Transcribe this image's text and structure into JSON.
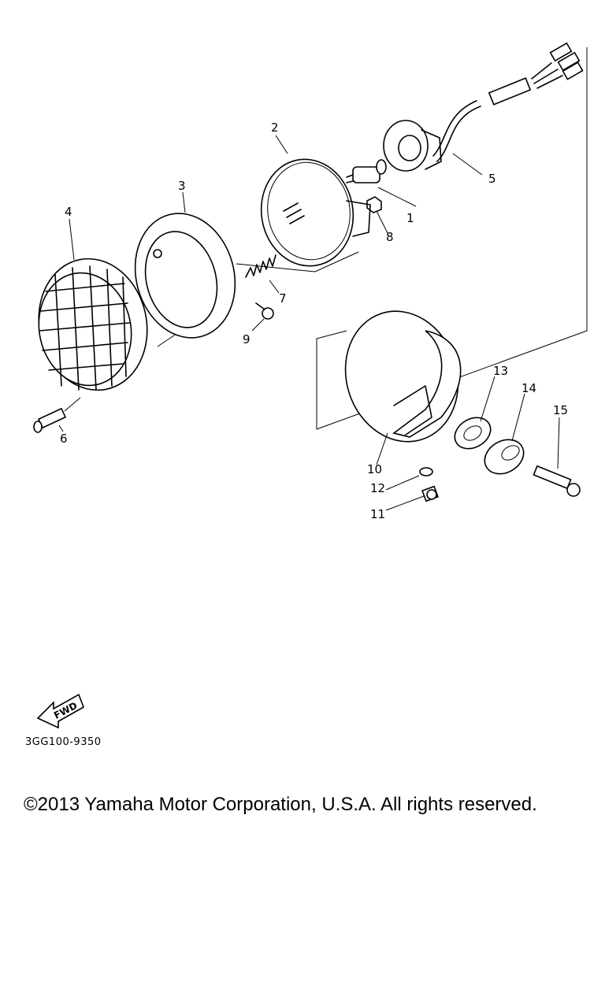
{
  "diagram": {
    "callouts": [
      {
        "id": "1",
        "label": "1"
      },
      {
        "id": "2",
        "label": "2"
      },
      {
        "id": "3",
        "label": "3"
      },
      {
        "id": "4",
        "label": "4"
      },
      {
        "id": "5",
        "label": "5"
      },
      {
        "id": "6",
        "label": "6"
      },
      {
        "id": "7",
        "label": "7"
      },
      {
        "id": "8",
        "label": "8"
      },
      {
        "id": "9",
        "label": "9"
      },
      {
        "id": "10",
        "label": "10"
      },
      {
        "id": "11",
        "label": "11"
      },
      {
        "id": "12",
        "label": "12"
      },
      {
        "id": "13",
        "label": "13"
      },
      {
        "id": "14",
        "label": "14"
      },
      {
        "id": "15",
        "label": "15"
      }
    ],
    "fwd_label": "FWD",
    "part_code": "3GG100-9350"
  },
  "footer": {
    "copyright": "©2013 Yamaha Motor Corporation, U.S.A. All rights reserved."
  }
}
